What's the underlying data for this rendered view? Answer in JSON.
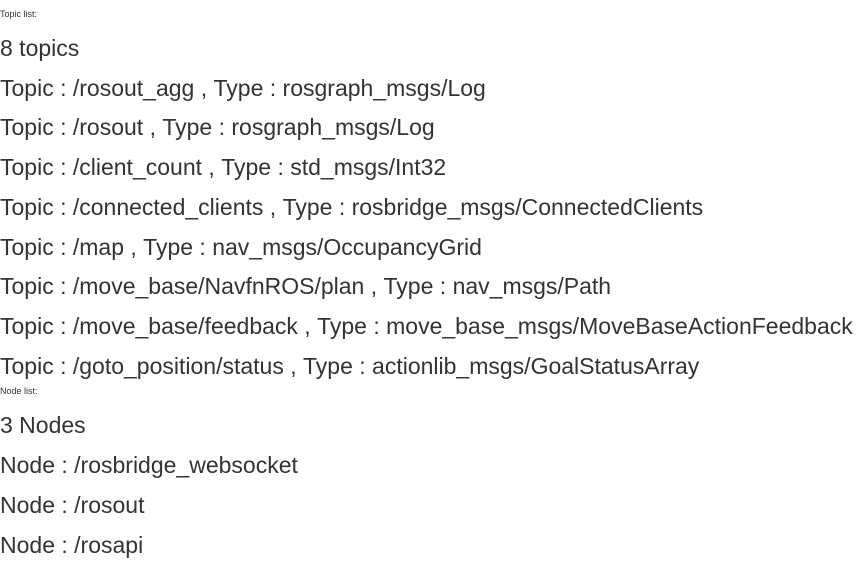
{
  "topics_section": {
    "label": "Topic list:",
    "count_text": "8 topics",
    "items": [
      {
        "topic": "Topic : /rosout_agg",
        "sep": " , ",
        "type": "Type : rosgraph_msgs/Log"
      },
      {
        "topic": "Topic : /rosout",
        "sep": " , ",
        "type": "Type : rosgraph_msgs/Log"
      },
      {
        "topic": "Topic : /client_count",
        "sep": " , ",
        "type": "Type : std_msgs/Int32"
      },
      {
        "topic": "Topic : /connected_clients",
        "sep": " , ",
        "type": "Type : rosbridge_msgs/ConnectedClients"
      },
      {
        "topic": "Topic : /map",
        "sep": " , ",
        "type": "Type : nav_msgs/OccupancyGrid"
      },
      {
        "topic": "Topic : /move_base/NavfnROS/plan",
        "sep": " , ",
        "type": "Type : nav_msgs/Path"
      },
      {
        "topic": "Topic : /move_base/feedback",
        "sep": " , ",
        "type": "Type : move_base_msgs/MoveBaseActionFeedback"
      },
      {
        "topic": "Topic : /goto_position/status",
        "sep": " , ",
        "type": "Type : actionlib_msgs/GoalStatusArray"
      }
    ]
  },
  "nodes_section": {
    "label": "Node list:",
    "count_text": "3 Nodes",
    "items": [
      {
        "node": "Node : /rosbridge_websocket"
      },
      {
        "node": "Node : /rosout"
      },
      {
        "node": "Node : /rosapi"
      }
    ]
  }
}
